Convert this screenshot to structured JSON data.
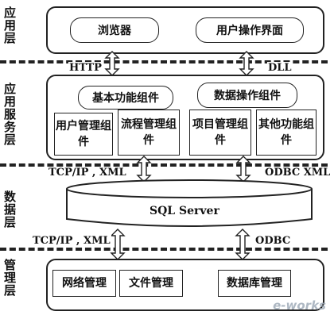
{
  "layers": {
    "app": "应用层",
    "service": "应用服务层",
    "data": "数据层",
    "manage": "管理层"
  },
  "app_layer": {
    "browser": "浏览器",
    "ui": "用户操作界面"
  },
  "protocols": {
    "http": "HTTP",
    "dll": "DLL",
    "tcp_xml_top": "TCP/IP , XML",
    "odbc_xml": "ODBC XML",
    "tcp_xml_bottom": "TCP/IP , XML",
    "odbc": "ODBC"
  },
  "service_layer": {
    "basic": "基本功能组件",
    "data_op": "数据操作组件",
    "user_mgmt": "用户管理组件",
    "flow_mgmt": "流程管理组件",
    "project_mgmt": "项目管理组件",
    "other": "其他功能组件"
  },
  "data_layer": {
    "db": "SQL Server"
  },
  "manage_layer": {
    "network": "网络管理",
    "file": "文件管理",
    "dbmgmt": "数据库管理"
  },
  "watermark": "e-works"
}
